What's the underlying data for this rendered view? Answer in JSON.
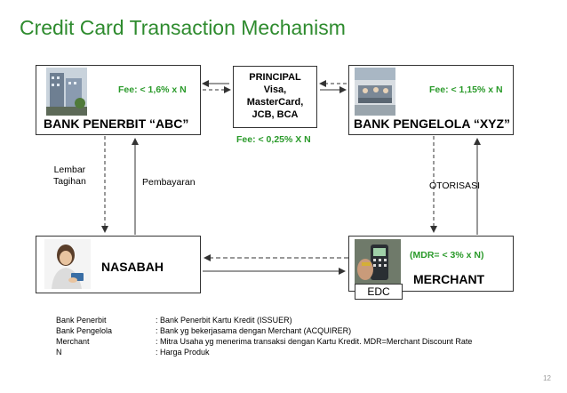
{
  "title": "Credit Card Transaction Mechanism",
  "bank_issuer": {
    "name": "BANK PENERBIT “ABC”",
    "fee": "Fee: < 1,6% x N"
  },
  "bank_acquirer": {
    "name": "BANK PENGELOLA “XYZ”",
    "fee": "Fee: < 1,15% x N"
  },
  "principal": {
    "lines": [
      "PRINCIPAL",
      "Visa,",
      "MasterCard,",
      "JCB, BCA"
    ],
    "fee": "Fee: < 0,25% X N"
  },
  "nasabah": {
    "name": "NASABAH"
  },
  "merchant": {
    "name": "MERCHANT",
    "mdr": "(MDR= < 3% x N)",
    "edc_label": "EDC"
  },
  "flows": {
    "lembar_tagihan": [
      "Lembar",
      "Tagihan"
    ],
    "pembayaran": "Pembayaran",
    "otorisasi": "OTORISASI"
  },
  "legend": [
    {
      "term": "Bank Penerbit",
      "desc": ": Bank Penerbit Kartu Kredit   (ISSUER)"
    },
    {
      "term": "Bank Pengelola",
      "desc": ": Bank yg bekerjasama dengan Merchant    (ACQUIRER)"
    },
    {
      "term": "Merchant",
      "desc": ": Mitra Usaha yg menerima transaksi dengan Kartu Kredit. MDR=Merchant Discount Rate"
    },
    {
      "term": "N",
      "desc": ": Harga Produk"
    }
  ],
  "page_number": "12",
  "colors": {
    "title": "#2e8b2e",
    "fee": "#2a9a2a",
    "line": "#333333"
  }
}
